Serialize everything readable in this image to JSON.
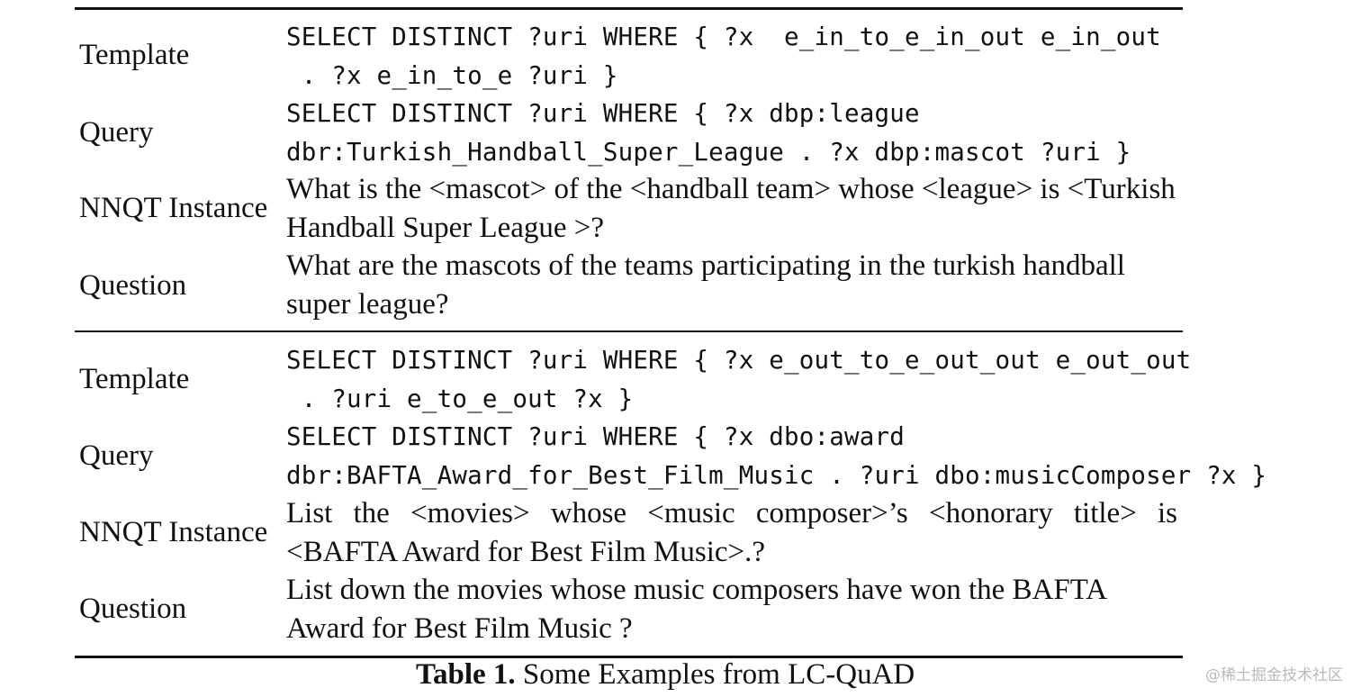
{
  "rows": [
    {
      "template_label": "Template",
      "template_lines": [
        "SELECT DISTINCT ?uri WHERE { ?x  e_in_to_e_in_out e_in_out",
        " . ?x e_in_to_e ?uri }"
      ],
      "query_label": "Query",
      "query_lines": [
        "SELECT DISTINCT ?uri WHERE { ?x dbp:league",
        "dbr:Turkish_Handball_Super_League . ?x dbp:mascot ?uri }"
      ],
      "nnqt_label": "NNQT Instance",
      "nnqt_lines": [
        "What is the <mascot> of the <handball team> whose <league> is <Turkish",
        "Handball Super League >?"
      ],
      "question_label": "Question",
      "question_lines": [
        "What are the mascots of the teams participating in the turkish handball",
        "super league?"
      ]
    },
    {
      "template_label": "Template",
      "template_lines": [
        "SELECT DISTINCT ?uri WHERE { ?x e_out_to_e_out_out e_out_out",
        " . ?uri e_to_e_out ?x }"
      ],
      "query_label": "Query",
      "query_lines": [
        "SELECT DISTINCT ?uri WHERE { ?x dbo:award",
        "dbr:BAFTA_Award_for_Best_Film_Music . ?uri dbo:musicComposer ?x }"
      ],
      "nnqt_label": "NNQT Instance",
      "nnqt_lines": [
        "List the <movies> whose <music composer>’s <honorary title> is",
        "<BAFTA Award for Best Film Music>.?"
      ],
      "question_label": "Question",
      "question_lines": [
        "List down the movies whose music composers have won the BAFTA",
        "Award for Best Film Music ?"
      ]
    }
  ],
  "caption": {
    "label": "Table 1.",
    "text": " Some Examples from LC-QuAD"
  },
  "watermark": "@稀土掘金技术社区"
}
